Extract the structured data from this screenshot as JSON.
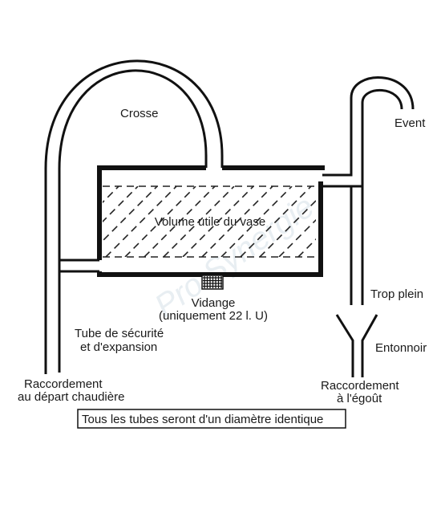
{
  "labels": {
    "crosse": "Crosse",
    "event": "Event",
    "volume": "Volume utile du vase",
    "trop_plein": "Trop plein",
    "vidange_line1": "Vidange",
    "vidange_line2": "(uniquement 22 l. U)",
    "tube_line1": "Tube de sécurité",
    "tube_line2": "et d'expansion",
    "entonnoir": "Entonnoir",
    "raccord_gauche_line1": "Raccordement",
    "raccord_gauche_line2": "au départ chaudière",
    "raccord_droit_line1": "Raccordement",
    "raccord_droit_line2": "à l'égoût",
    "note": "Tous les tubes seront d'un diamètre identique"
  },
  "watermark": "Pro Synergie",
  "colors": {
    "ink": "#111111",
    "background": "#ffffff",
    "watermark": "#e6ecf0"
  }
}
